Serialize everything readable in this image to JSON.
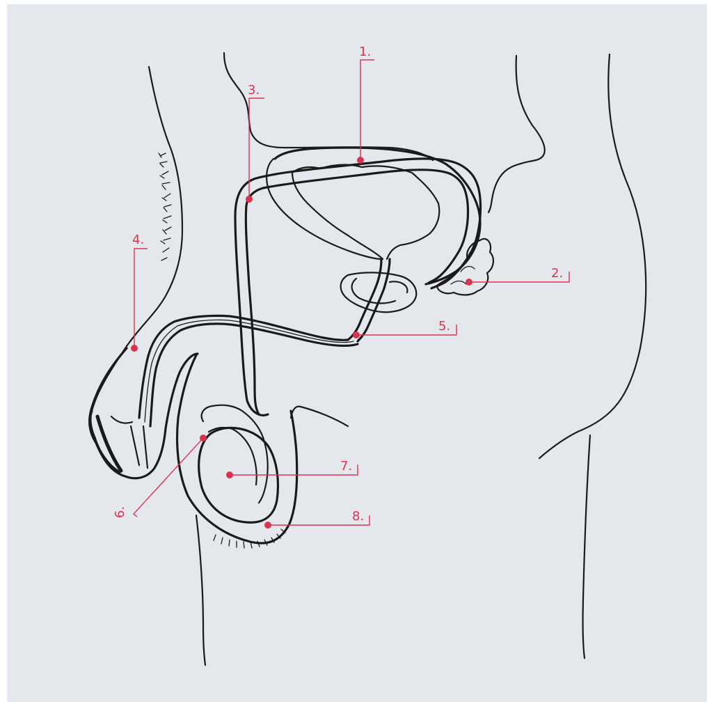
{
  "diagram": {
    "background": "#e4e8ec",
    "label_color": "#d8344f",
    "line_color": "#1a1a1a",
    "labels": [
      "1.",
      "2.",
      "3.",
      "4.",
      "5.",
      "6.",
      "7.",
      "8."
    ]
  }
}
